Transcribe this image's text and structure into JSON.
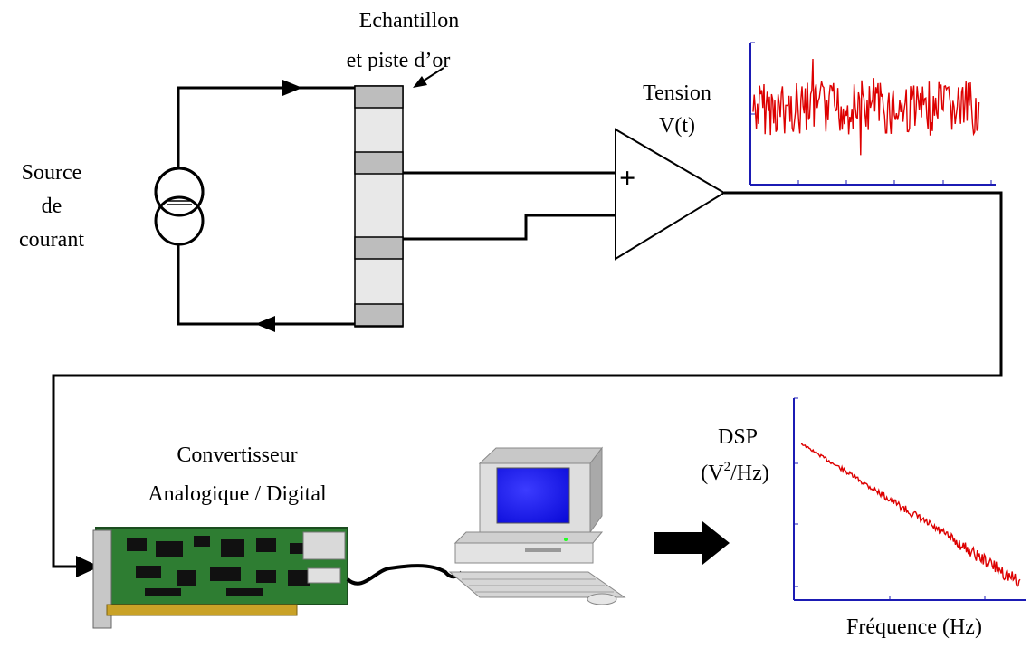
{
  "labels": {
    "sample_line1": "Echantillon",
    "sample_line2": "et piste d’or",
    "source_line1": "Source",
    "source_line2": "de",
    "source_line3": "courant",
    "tension_line1": "Tension",
    "tension_line2": "V(t)",
    "plus_sign": "+",
    "converter_line1": "Convertisseur",
    "converter_line2": "Analogique / Digital",
    "dsp_line1": "DSP",
    "dsp_unit_open": "(V",
    "dsp_unit_exp": "2",
    "dsp_unit_close": "/Hz)",
    "freq_label": "Fréquence (Hz)"
  },
  "colors": {
    "signal": "#dd0000",
    "axis": "#1b1bb4",
    "wire": "#000000",
    "pad_dark": "#bdbdbd",
    "pad_light": "#e8e8e8",
    "pcb": "#2e7d32",
    "screen": "#1a1aff",
    "computer": "#dedede"
  },
  "icons": {
    "current_source": "current-source-icon",
    "amplifier": "amplifier-icon",
    "adc_board": "adc-board-icon",
    "computer": "computer-icon",
    "arrow": "right-arrow-icon"
  },
  "chart_data": [
    {
      "type": "line",
      "title": "",
      "xlabel": "",
      "ylabel": "",
      "description_series": [
        {
          "name": "",
          "shape": "noise"
        }
      ]
    },
    {
      "type": "line",
      "title": "",
      "xlabel": "Fréquence (Hz)",
      "ylabel": "DSP (V²/Hz)",
      "yscale": "log",
      "xscale": "log",
      "description_series": [
        {
          "name": "",
          "shape": "decreasing 1/f"
        }
      ]
    }
  ]
}
